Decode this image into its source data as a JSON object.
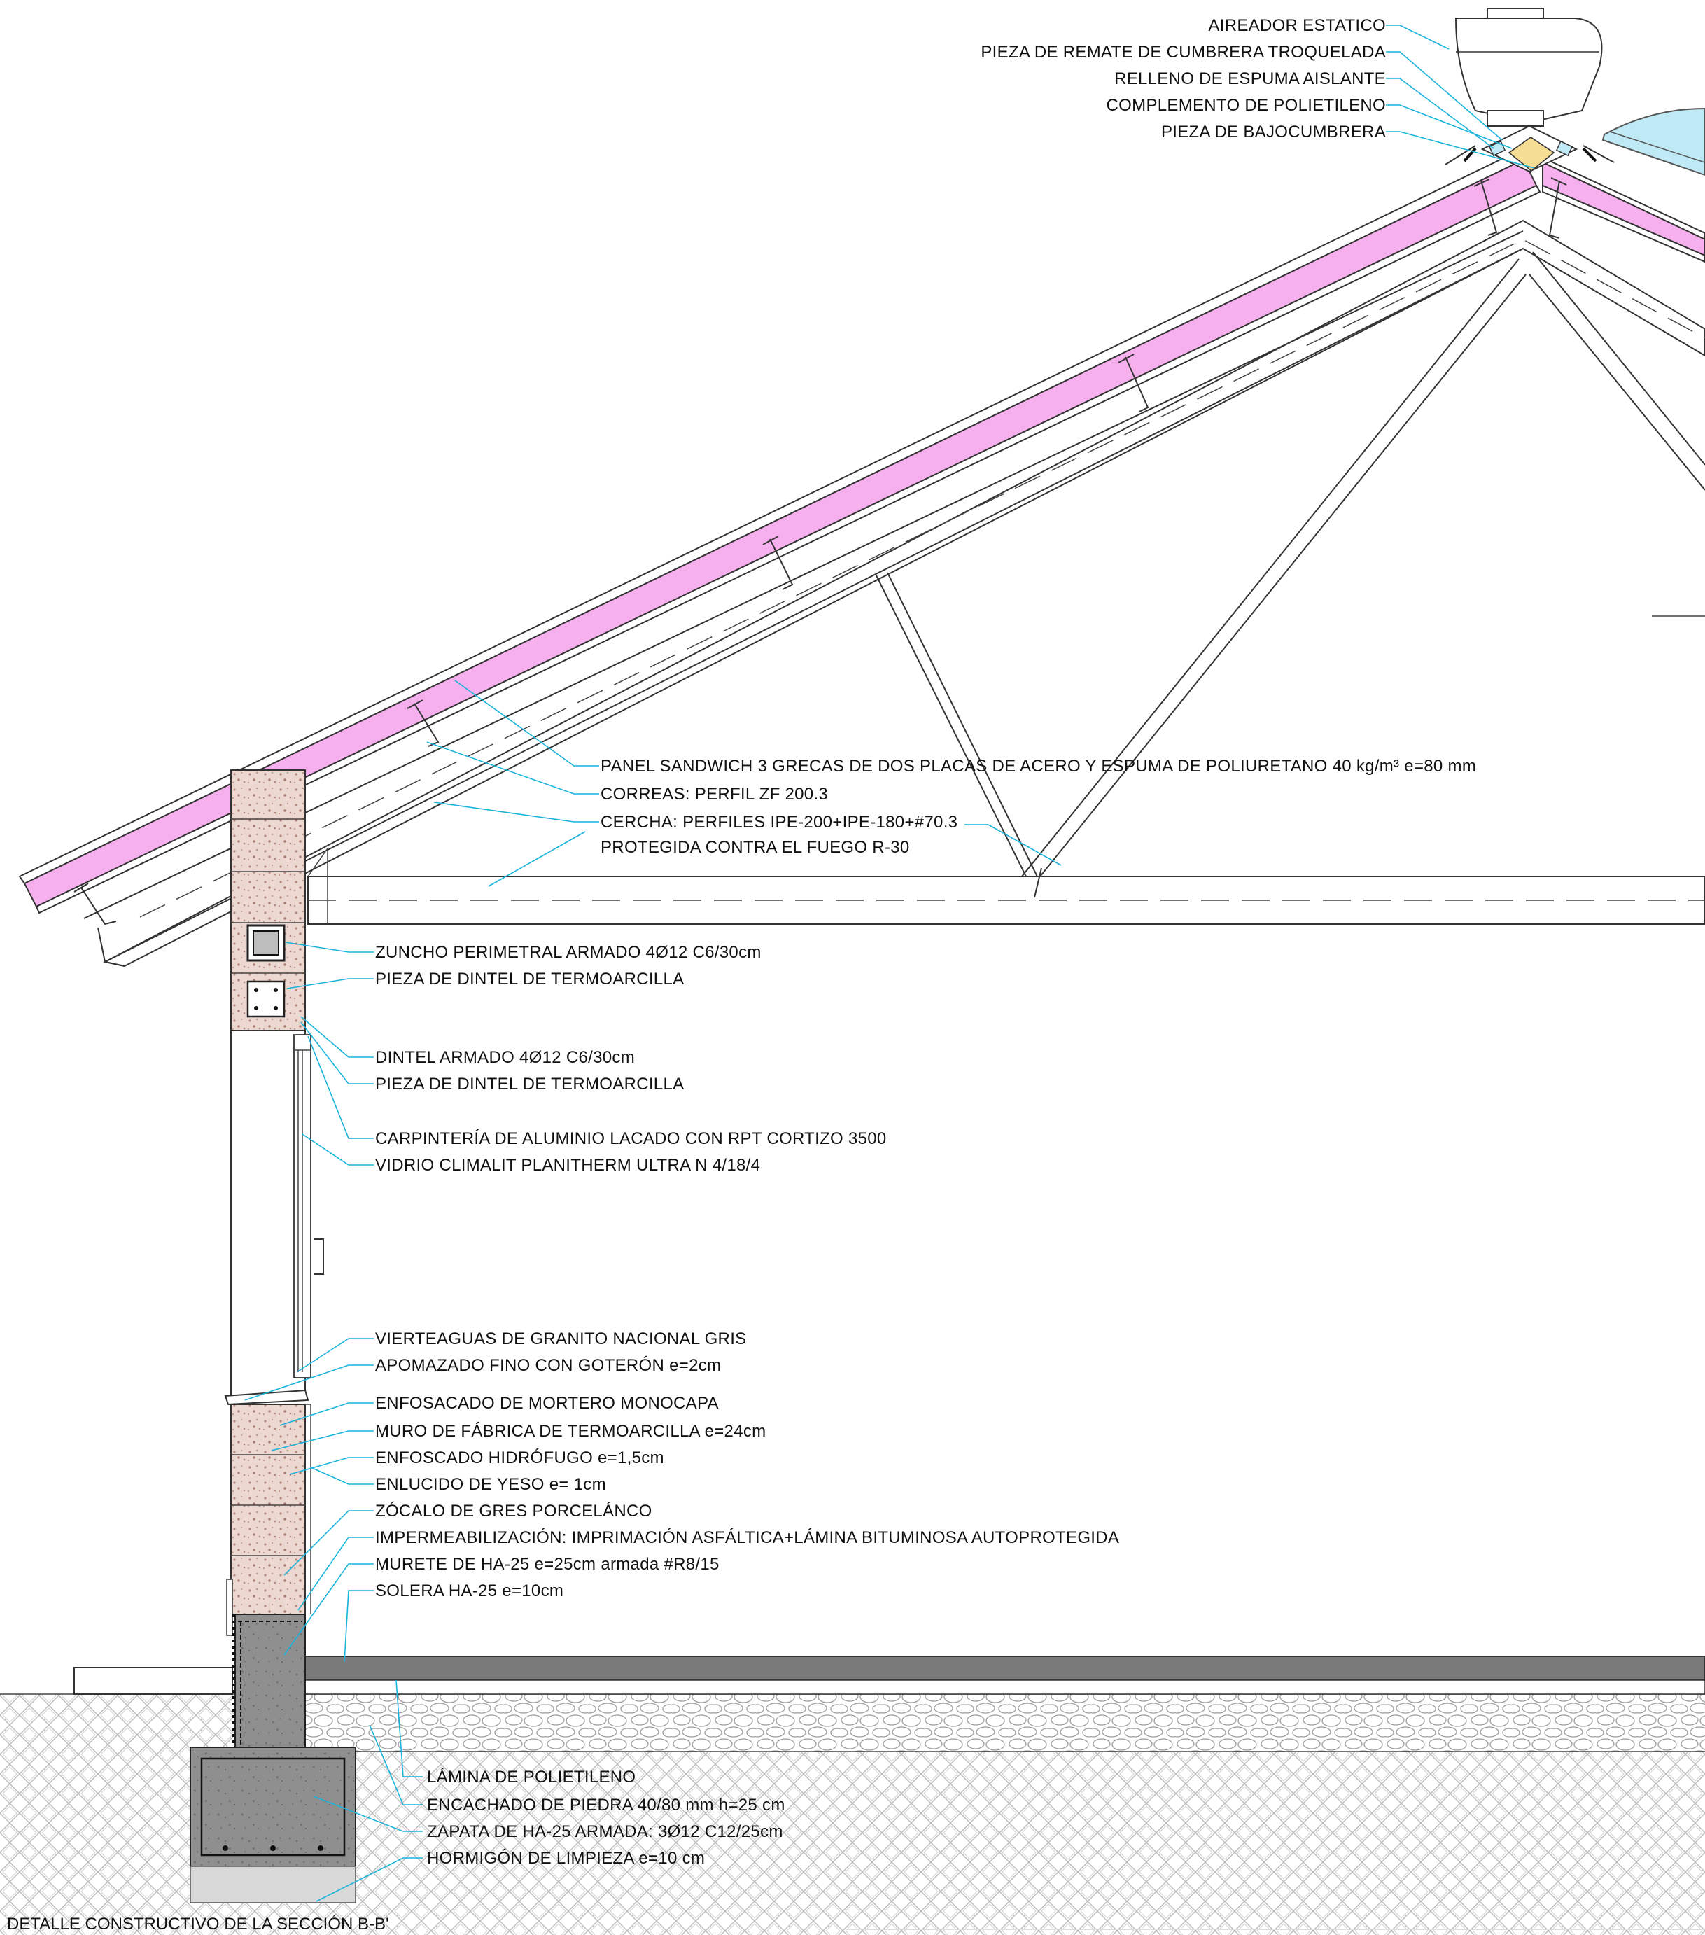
{
  "title": "DETALLE CONSTRUCTIVO DE LA SECCIÓN B-B'",
  "labels": {
    "aireador": "AIREADOR ESTATICO",
    "remate": "PIEZA DE REMATE DE CUMBRERA TROQUELADA",
    "relleno": "RELLENO DE ESPUMA AISLANTE",
    "complemento": "COMPLEMENTO DE POLIETILENO",
    "bajocumbrera": "PIEZA DE BAJOCUMBRERA",
    "panel": "PANEL SANDWICH 3 GRECAS DE DOS PLACAS DE ACERO Y ESPUMA DE POLIURETANO 40 kg/m³ e=80 mm",
    "correas": "CORREAS: PERFIL ZF 200.3",
    "cercha1": "CERCHA: PERFILES IPE-200+IPE-180+#70.3",
    "cercha2": "PROTEGIDA CONTRA EL FUEGO R-30",
    "zuncho": "ZUNCHO PERIMETRAL ARMADO 4Ø12 C6/30cm",
    "dintel_pieza1": "PIEZA DE DINTEL DE TERMOARCILLA",
    "dintel": "DINTEL ARMADO 4Ø12 C6/30cm",
    "dintel_pieza2": "PIEZA DE DINTEL DE TERMOARCILLA",
    "carpinteria": "CARPINTERÍA DE ALUMINIO LACADO CON RPT CORTIZO 3500",
    "vidrio": "VIDRIO CLIMALIT PLANITHERM ULTRA N 4/18/4",
    "vierteaguas1": "VIERTEAGUAS DE GRANITO NACIONAL GRIS",
    "vierteaguas2": "APOMAZADO FINO CON GOTERÓN e=2cm",
    "enfosacado": "ENFOSACADO DE MORTERO MONOCAPA",
    "muro": "MURO DE FÁBRICA DE TERMOARCILLA e=24cm",
    "enfoscado": "ENFOSCADO HIDRÓFUGO e=1,5cm",
    "enlucido": "ENLUCIDO DE YESO e= 1cm",
    "zocalo": "ZÓCALO DE GRES PORCELÁNCO",
    "impermeabilizacion": "IMPERMEABILIZACIÓN: IMPRIMACIÓN ASFÁLTICA+LÁMINA BITUMINOSA AUTOPROTEGIDA",
    "murete": "MURETE DE HA-25 e=25cm armada #R8/15",
    "solera": "SOLERA HA-25 e=10cm",
    "lamina": "LÁMINA DE POLIETILENO",
    "encachado": "ENCACHADO DE PIEDRA 40/80 mm h=25 cm",
    "zapata": "ZAPATA DE HA-25 ARMADA: 3Ø12 C12/25cm",
    "hormigon": "HORMIGÓN DE LIMPIEZA e=10 cm"
  },
  "colors": {
    "insulation": "#f7b0ee",
    "leader": "#19b3dc",
    "foam": "#f6dd94",
    "concrete": "#8c8c8c",
    "slab": "#7a7a7a",
    "brick": "#e8d4cc",
    "blinding": "#d8d8d8",
    "skylight": "#bfe9f5"
  }
}
